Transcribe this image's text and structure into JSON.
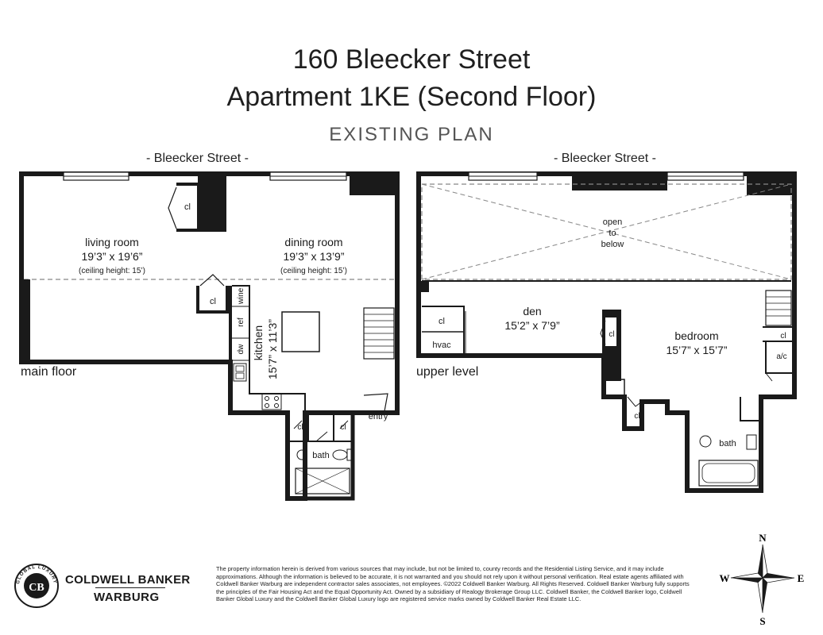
{
  "header": {
    "title_line1": "160 Bleecker Street",
    "title_line2": "Apartment 1KE (Second Floor)",
    "subtitle": "EXISTING PLAN"
  },
  "main_floor": {
    "street": "- Bleecker Street -",
    "level_label": "main floor",
    "living_room": {
      "name": "living room",
      "dims": "19’3” x 19’6”",
      "ceiling": "(ceiling height: 15’)"
    },
    "dining_room": {
      "name": "dining room",
      "dims": "19’3” x 13’9”",
      "ceiling": "(ceiling height: 15’)"
    },
    "kitchen": {
      "name": "kitchen",
      "dims": "15’7” x 11’3”"
    },
    "closet": "cl",
    "wine": "wine",
    "ref": "ref",
    "dw": "dw",
    "bath": "bath",
    "entry": "entry"
  },
  "upper_level": {
    "street": "- Bleecker Street -",
    "level_label": "upper level",
    "open_line1": "open",
    "open_line2": "to",
    "open_line3": "below",
    "den": {
      "name": "den",
      "dims": "15’2” x 7’9”"
    },
    "bedroom": {
      "name": "bedroom",
      "dims": "15’7” x 15’7”"
    },
    "closet": "cl",
    "hvac": "hvac",
    "ac": "a/c",
    "bath": "bath"
  },
  "footer": {
    "disclaimer": "The property information herein is derived from various sources that may include, but not be limited to, county records and the Residential Listing Service, and it may include approximations. Although the information is believed to be accurate, it is not warranted and you should not rely upon it without personal verification. Real estate agents affiliated with Coldwell Banker Warburg are independent contractor sales associates, not employees. ©2022 Coldwell Banker Warburg. All Rights Reserved. Coldwell Banker Warburg fully supports the principles of the Fair Housing Act and the Equal Opportunity Act. Owned by a subsidiary of Realogy Brokerage Group LLC. Coldwell Banker, the Coldwell Banker logo, Coldwell Banker Global Luxury and the Coldwell Banker Global Luxury logo are registered service marks owned by Coldwell Banker Real Estate LLC.",
    "brand_line1": "COLDWELL BANKER",
    "brand_line2": "WARBURG",
    "seal_text": "GLOBAL LUXURY",
    "seal_mark": "CB",
    "compass": {
      "n": "N",
      "s": "S",
      "e": "E",
      "w": "W"
    }
  },
  "colors": {
    "wall": "#1a1a1a",
    "line": "#333333",
    "dash": "#888888"
  }
}
